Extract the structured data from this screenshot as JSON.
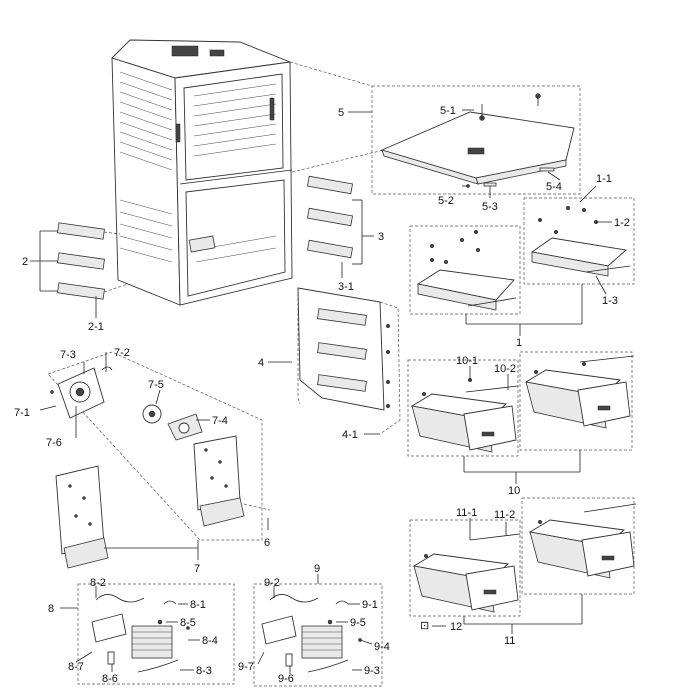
{
  "callouts": {
    "c1": "1",
    "c1_1": "1-1",
    "c1_2": "1-2",
    "c1_3": "1-3",
    "c2": "2",
    "c2_1": "2-1",
    "c3": "3",
    "c3_1": "3-1",
    "c4": "4",
    "c4_1": "4-1",
    "c5": "5",
    "c5_1": "5-1",
    "c5_2": "5-2",
    "c5_3": "5-3",
    "c5_4": "5-4",
    "c6": "6",
    "c7": "7",
    "c7_1": "7-1",
    "c7_2": "7-2",
    "c7_3": "7-3",
    "c7_4": "7-4",
    "c7_5": "7-5",
    "c7_6": "7-6",
    "c8": "8",
    "c8_1": "8-1",
    "c8_2": "8-2",
    "c8_3": "8-3",
    "c8_4": "8-4",
    "c8_5": "8-5",
    "c8_6": "8-6",
    "c8_7": "8-7",
    "c9": "9",
    "c9_1": "9-1",
    "c9_2": "9-2",
    "c9_3": "9-3",
    "c9_4": "9-4",
    "c9_5": "9-5",
    "c9_6": "9-6",
    "c9_7": "9-7",
    "c10": "10",
    "c10_1": "10-1",
    "c10_2": "10-2",
    "c11": "11",
    "c11_1": "11-1",
    "c11_2": "11-2",
    "c12": "12"
  }
}
